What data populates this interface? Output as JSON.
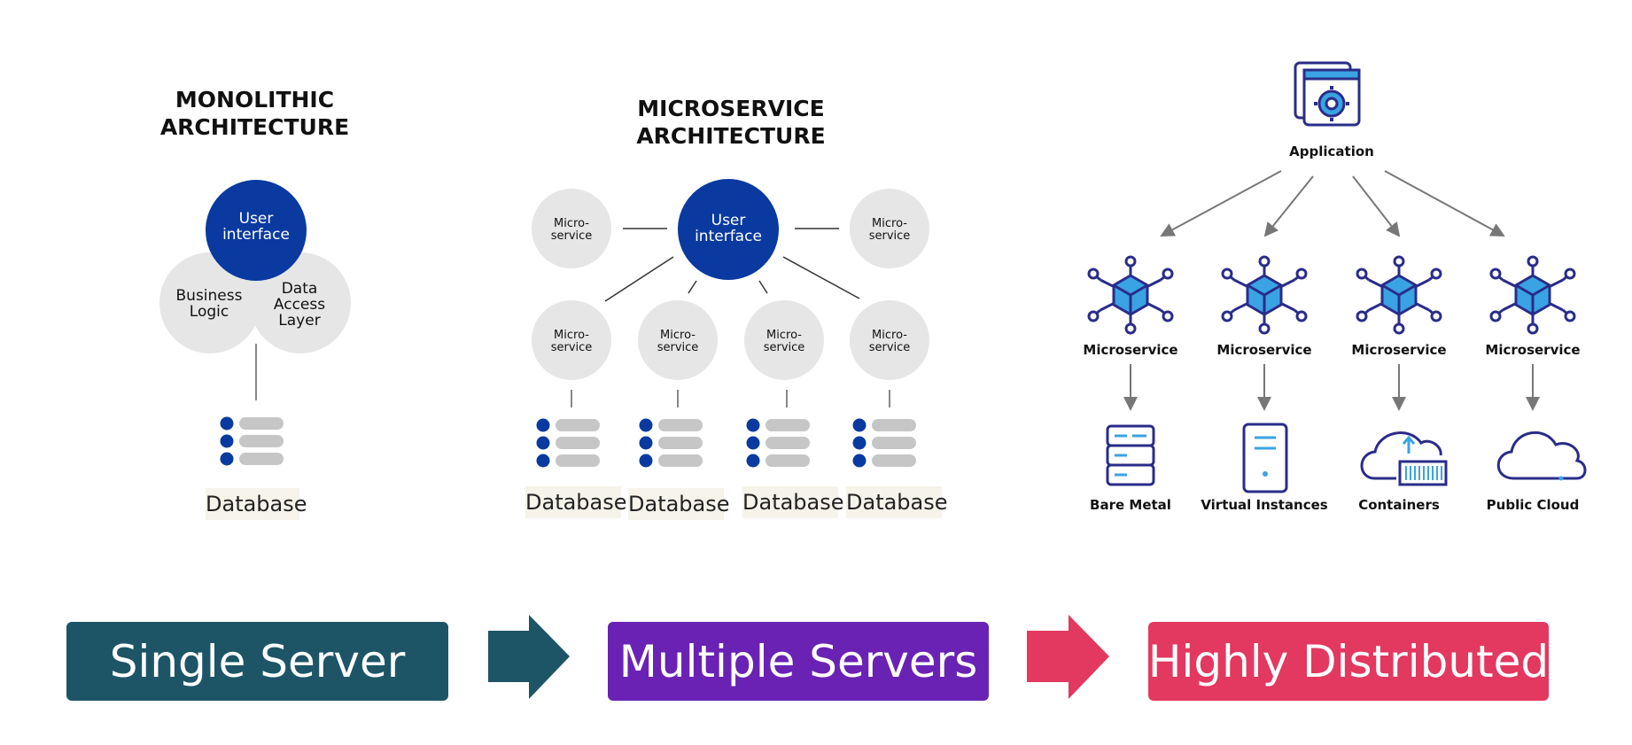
{
  "monolithic": {
    "title_line1": "MONOLITHIC",
    "title_line2": "ARCHITECTURE",
    "ui_line1": "User",
    "ui_line2": "interface",
    "business_line1": "Business",
    "business_line2": "Logic",
    "dal_line1": "Data",
    "dal_line2": "Access",
    "dal_line3": "Layer",
    "database_label": "Database"
  },
  "microservice_arch": {
    "title_line1": "MICROSERVICE",
    "title_line2": "ARCHITECTURE",
    "ui_line1": "User",
    "ui_line2": "interface",
    "service_line1": "Micro-",
    "service_line2": "service",
    "databases": [
      "Database",
      "Database",
      "Database",
      "Database"
    ]
  },
  "distributed": {
    "application_label": "Application",
    "microservices": [
      "Microservice",
      "Microservice",
      "Microservice",
      "Microservice"
    ],
    "targets": [
      "Bare Metal",
      "Virtual Instances",
      "Containers",
      "Public Cloud"
    ]
  },
  "progression": {
    "steps": [
      "Single Server",
      "Multiple Servers",
      "Highly Distributed"
    ],
    "colors": [
      "#1d5566",
      "#6a22b4",
      "#e3385f"
    ]
  },
  "colors": {
    "accent_blue": "#0a3aa0",
    "circle_grey": "#e6e6e6",
    "icon_blue": "#2a2c8a",
    "icon_light": "#3aa3e3"
  }
}
